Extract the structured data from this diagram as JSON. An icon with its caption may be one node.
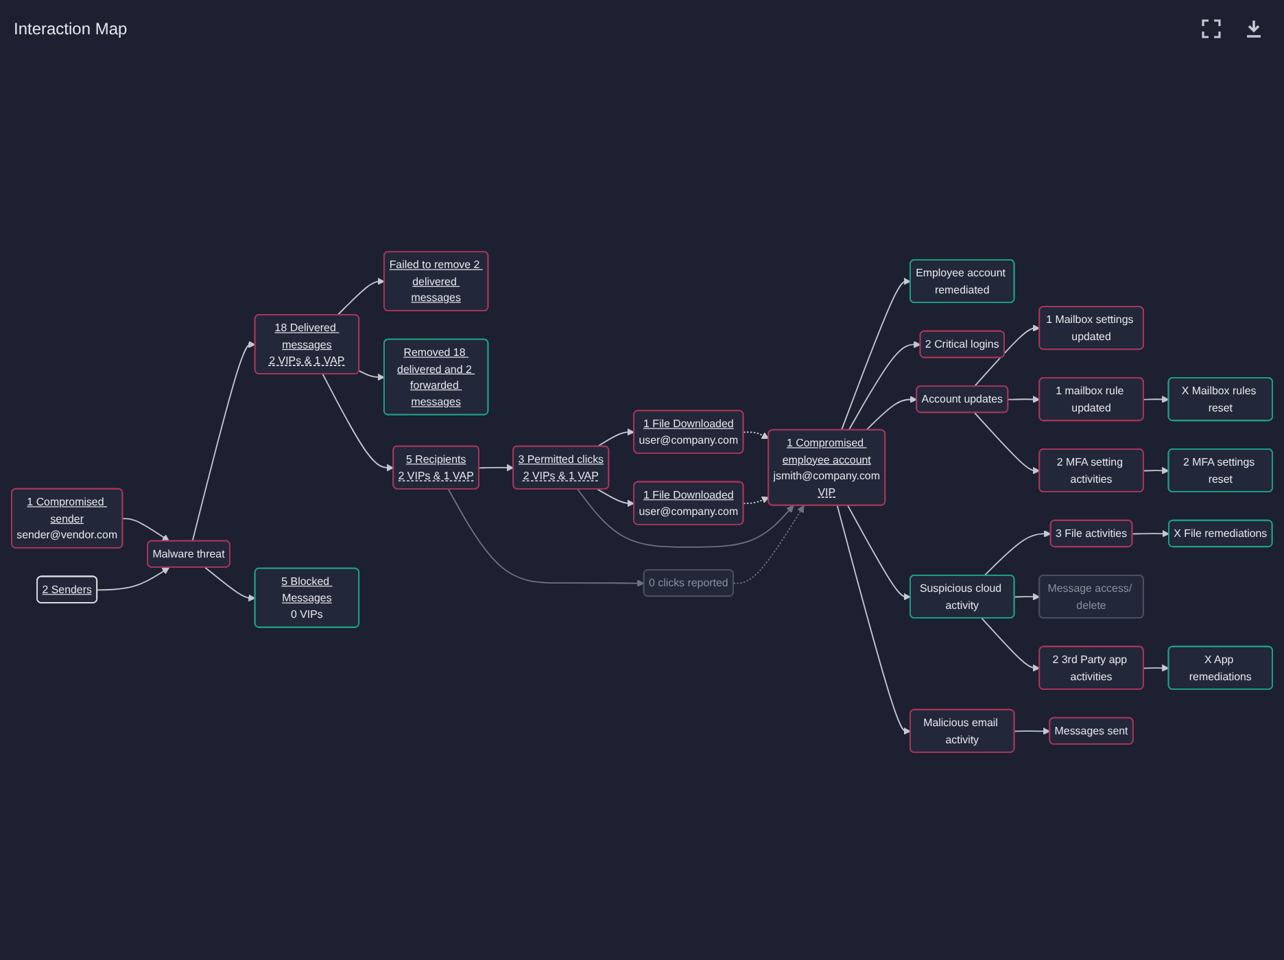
{
  "diagram": {
    "title": "Interaction Map",
    "nodes": [
      {
        "text": [
          "1 Compromised sender",
          "sender@vendor.com"
        ]
      },
      {
        "text": [
          "2 Senders"
        ]
      },
      {
        "text": [
          "Malware threat"
        ]
      },
      {
        "text": [
          "Failed to remove 2 delivered messages"
        ]
      },
      {
        "text": [
          "Removed 18 delivered and 2 forwarded messages"
        ]
      },
      {
        "text": [
          "18 Delivered messages",
          "2 VIPs & 1 VAP"
        ]
      },
      {
        "text": [
          "5 Blocked Messages",
          "0 VIPs"
        ]
      },
      {
        "text": [
          "5 Recipients",
          "2 VIPs & 1 VAP"
        ]
      },
      {
        "text": [
          "1 File Downloaded",
          "user@company.com"
        ]
      },
      {
        "text": [
          "1 File Downloaded",
          "user@company.com"
        ]
      },
      {
        "text": [
          "3 Permitted clicks",
          "2 VIPs & 1 VAP"
        ]
      },
      {
        "text": [
          "0 clicks reported"
        ]
      },
      {
        "text": [
          "1 Compromised employee account",
          "jsmith@company.com",
          "VIP"
        ]
      },
      {
        "text": [
          "Employee account remediated"
        ]
      },
      {
        "text": [
          "2 Critical logins"
        ]
      },
      {
        "text": [
          "Account updates"
        ]
      },
      {
        "text": [
          "1 Mailbox settings updated"
        ]
      },
      {
        "text": [
          "1 mailbox rule updated"
        ]
      },
      {
        "text": [
          "X Mailbox rules reset"
        ]
      },
      {
        "text": [
          "2 MFA setting activities"
        ]
      },
      {
        "text": [
          "2 MFA settings reset"
        ]
      },
      {
        "text": [
          "Suspicious cloud activity"
        ]
      },
      {
        "text": [
          "3 File activities"
        ]
      },
      {
        "text": [
          "X File remediations"
        ]
      },
      {
        "text": [
          "Message access/ delete"
        ]
      },
      {
        "text": [
          "2 3rd Party app activities"
        ]
      },
      {
        "text": [
          "X App remediations"
        ]
      },
      {
        "text": [
          "Malicious email activity"
        ]
      },
      {
        "text": [
          "Messages sent"
        ]
      }
    ],
    "edges": [
      {
        "from": 0,
        "to": 2,
        "arrow": "to"
      },
      {
        "from": 1,
        "to": 2,
        "arrow": "to"
      },
      {
        "from": 2,
        "to": 5,
        "arrow": "to"
      },
      {
        "from": 2,
        "to": 6,
        "arrow": "to"
      },
      {
        "from": 5,
        "to": 3,
        "arrow": "to"
      },
      {
        "from": 5,
        "to": 4,
        "arrow": "to"
      },
      {
        "from": 5,
        "to": 7,
        "arrow": "to"
      },
      {
        "from": 7,
        "to": 10,
        "arrow": "to"
      },
      {
        "from": 7,
        "to": 11,
        "arrow": "to",
        "color": "#6e7280"
      },
      {
        "from": 10,
        "to": 8,
        "arrow": "to"
      },
      {
        "from": 10,
        "to": 9,
        "arrow": "to"
      },
      {
        "from": 8,
        "to": 12,
        "arrow": "to",
        "style": "dashed"
      },
      {
        "from": 9,
        "to": 12,
        "arrow": "to",
        "style": "dashed"
      },
      {
        "from": 10,
        "to": 12,
        "arrow": "to",
        "color": "#6e7280"
      },
      {
        "from": 11,
        "to": 12,
        "arrow": "to",
        "style": "dashed",
        "color": "#6e7280"
      },
      {
        "from": 12,
        "to": 13,
        "arrow": "to"
      },
      {
        "from": 12,
        "to": 14,
        "arrow": "to"
      },
      {
        "from": 12,
        "to": 15,
        "arrow": "to"
      },
      {
        "from": 12,
        "to": 21,
        "arrow": "to"
      },
      {
        "from": 12,
        "to": 27,
        "arrow": "to"
      },
      {
        "from": 15,
        "to": 16,
        "arrow": "to"
      },
      {
        "from": 15,
        "to": 17,
        "arrow": "to"
      },
      {
        "from": 15,
        "to": 19,
        "arrow": "to"
      },
      {
        "from": 17,
        "to": 18,
        "arrow": "to"
      },
      {
        "from": 19,
        "to": 20,
        "arrow": "to"
      },
      {
        "from": 21,
        "to": 22,
        "arrow": "to"
      },
      {
        "from": 21,
        "to": 24,
        "arrow": "to"
      },
      {
        "from": 21,
        "to": 25,
        "arrow": "to"
      },
      {
        "from": 22,
        "to": 23,
        "arrow": "to"
      },
      {
        "from": 25,
        "to": 26,
        "arrow": "to"
      },
      {
        "from": 27,
        "to": 28,
        "arrow": "to"
      }
    ]
  }
}
